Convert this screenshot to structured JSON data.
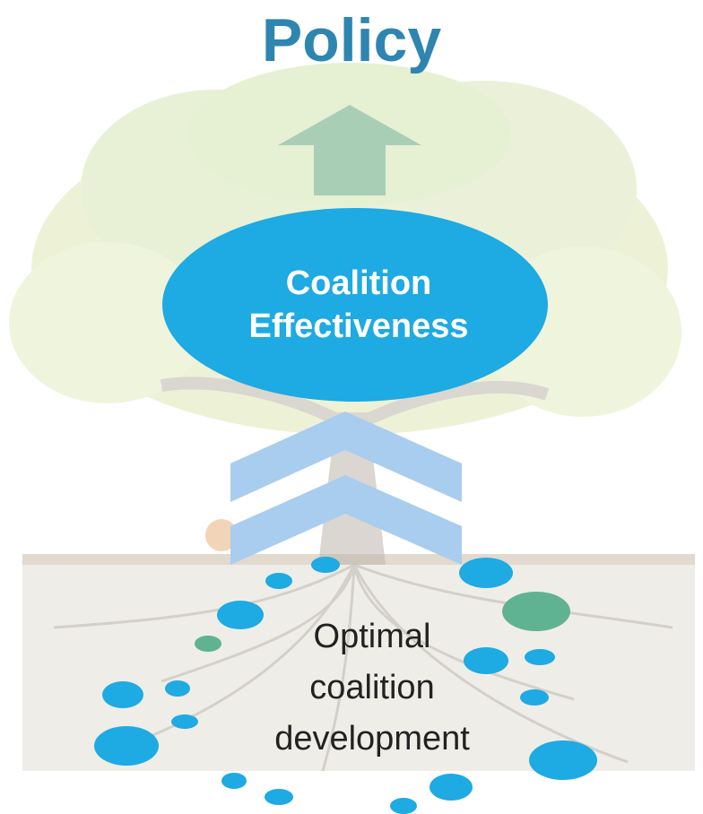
{
  "title": "Policy",
  "center": {
    "lines": [
      "Coalition",
      "Effectiveness"
    ]
  },
  "roots": {
    "lines": [
      "Optimal",
      "coalition",
      "development"
    ]
  },
  "colors": {
    "title": "#2e86b0",
    "ellipse": "#1eaae2",
    "bubble": "#1eaae2",
    "bubble_accent": "#5fb392",
    "chevron": "#a9d0ee",
    "arrow": "#9cc7ad",
    "soil": "#eeece6",
    "foliage": "#e6efc6"
  },
  "icons": [
    "tree-background",
    "up-arrow-icon",
    "chevron-up-icon"
  ]
}
